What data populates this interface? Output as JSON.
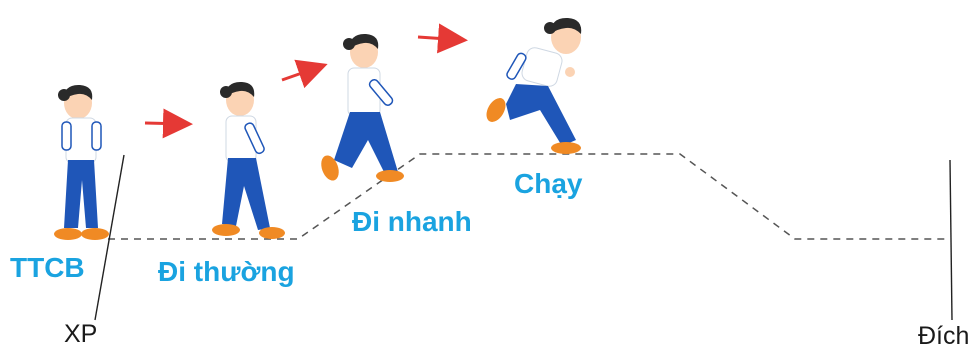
{
  "stages": {
    "start_position": "TTCB",
    "walk": "Đi thường",
    "fast_walk": "Đi nhanh",
    "run": "Chạy"
  },
  "markers": {
    "start_line": "XP",
    "finish_line": "Đích"
  },
  "colors": {
    "label_blue": "#1aa3e0",
    "arrow_red": "#e53935",
    "shirt": "#ffffff",
    "trim_blue": "#1f56b8",
    "trousers": "#1f56b8",
    "shoes": "#f08a24",
    "hair": "#2a2a2a",
    "skin": "#fbd3b4"
  },
  "icons": [
    "girl-standing-figure",
    "girl-walking-figure",
    "girl-fast-walking-figure",
    "girl-running-figure",
    "arrow-right-icon"
  ]
}
